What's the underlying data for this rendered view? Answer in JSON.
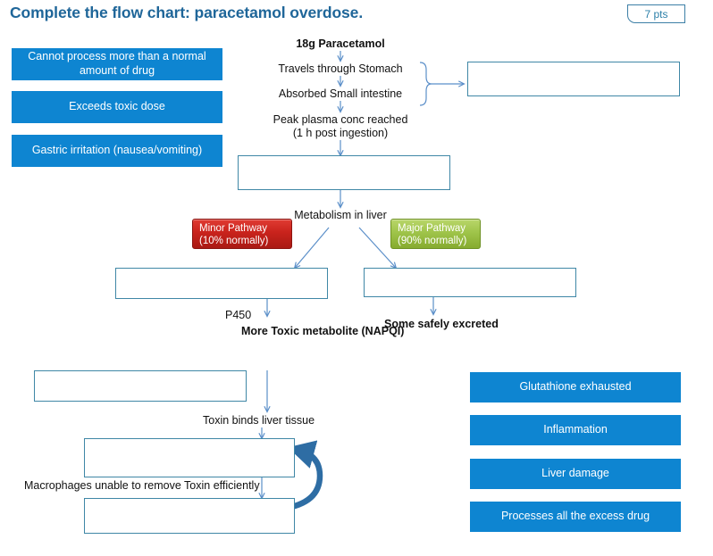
{
  "header": {
    "title": "Complete the flow chart: paracetamol overdose.",
    "points_badge": "7 pts"
  },
  "colors": {
    "chip_blue": "#0e85d1",
    "title_blue": "#1f6699",
    "box_border": "#3f87a6",
    "arrow_blue": "#5b8fc9",
    "loop_arrow_blue": "#2e6da4",
    "minor_red": "#c9231c",
    "major_green": "#9fc44a"
  },
  "answer_bank_left": [
    {
      "label": "Cannot process more than a normal amount of drug"
    },
    {
      "label": "Exceeds toxic dose"
    },
    {
      "label": "Gastric irritation (nausea/vomiting)"
    }
  ],
  "answer_bank_right": [
    {
      "label": "Glutathione exhausted"
    },
    {
      "label": "Inflammation"
    },
    {
      "label": "Liver damage"
    },
    {
      "label": "Processes all the excess drug"
    }
  ],
  "flow_labels": [
    {
      "name": "dose-label",
      "text": "18g Paracetamol",
      "bold": true
    },
    {
      "name": "stomach-label",
      "text": "Travels through Stomach",
      "bold": false
    },
    {
      "name": "small-intestine-label",
      "text": "Absorbed Small intestine",
      "bold": false
    },
    {
      "name": "peak-plasma-label",
      "text": "Peak plasma conc reached\n(1 h post ingestion)",
      "bold": false
    },
    {
      "name": "metabolism-label",
      "text": "Metabolism in liver",
      "bold": false
    },
    {
      "name": "p450-label",
      "text": "P450",
      "bold": false
    },
    {
      "name": "napqi-label",
      "text": "More Toxic\nmetabolite\n(NAPQI)",
      "bold": true
    },
    {
      "name": "some-safely-excreted-label",
      "text": "Some safely excreted",
      "bold": true
    },
    {
      "name": "toxin-binds-label",
      "text": "Toxin binds liver tissue",
      "bold": false
    },
    {
      "name": "macrophages-label",
      "text": "Macrophages unable to remove Toxin efficiently",
      "bold": false
    }
  ],
  "pathways": [
    {
      "name": "minor-pathway",
      "line1": "Minor Pathway",
      "line2": "(10% normally)"
    },
    {
      "name": "major-pathway",
      "line1": "Major Pathway",
      "line2": "(90% normally)"
    }
  ],
  "drop_targets": [
    {
      "name": "drop-target-top-right"
    },
    {
      "name": "drop-target-peak-plasma"
    },
    {
      "name": "drop-target-minor"
    },
    {
      "name": "drop-target-major"
    },
    {
      "name": "drop-target-napqi-left"
    },
    {
      "name": "drop-target-toxin-binds"
    },
    {
      "name": "drop-target-macrophages"
    }
  ],
  "chart_data": {
    "type": "diagram",
    "title": "Complete the flow chart: paracetamol overdose.",
    "nodes": [
      "18g Paracetamol",
      "Travels through Stomach",
      "Absorbed Small intestine",
      "Peak plasma conc reached (1 h post ingestion)",
      "Metabolism in liver",
      "Minor Pathway (10% normally)",
      "Major Pathway (90% normally)",
      "P450",
      "More Toxic metabolite (NAPQI)",
      "Some safely excreted",
      "Toxin binds liver tissue",
      "Macrophages unable to remove Toxin efficiently"
    ],
    "blank_count": 7
  }
}
